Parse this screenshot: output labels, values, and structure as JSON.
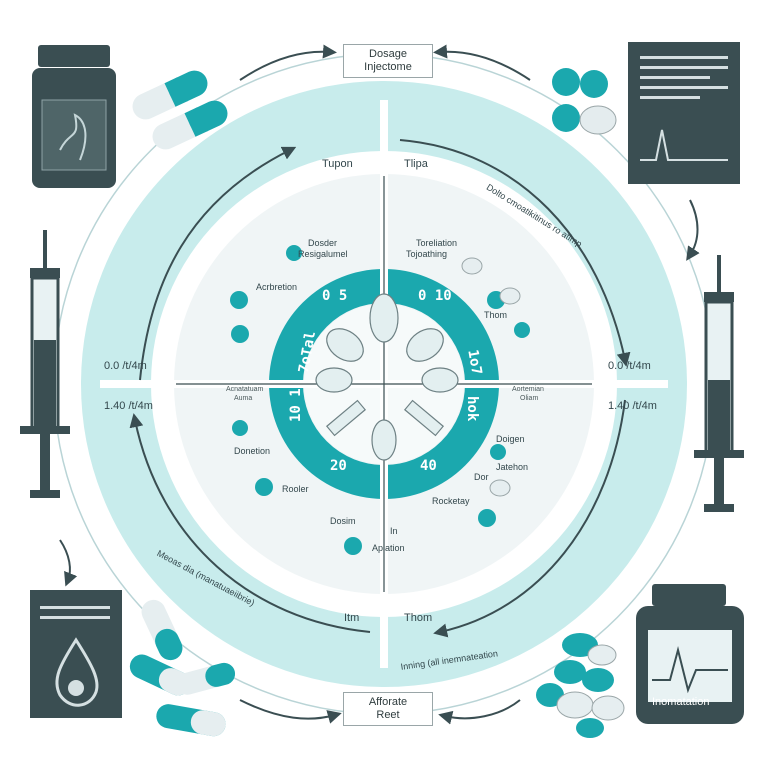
{
  "top_box": {
    "line1": "Dosage",
    "line2": "Injectome"
  },
  "bottom_box": {
    "line1": "Afforate",
    "line2": "Reet"
  },
  "bottle_br_label": "Inomatation",
  "quadrant_labels": {
    "tl_title": "Tupon",
    "tr_title": "Tlipa",
    "tr_curve_text": "Dolto cmoatikitinus ro atimp",
    "left_scale": "0.0 /t/4m",
    "right_scale": "0.0 /t/4m",
    "left_scale_low": "1.40 /t/4m",
    "right_scale_low": "1.40 /t/4m",
    "bl_curve_text": "Meoas dia (manatuaeiibrie)",
    "bl_title": "Itm",
    "br_title": "Thom",
    "br_sub": "Inning (all inemnateation"
  },
  "inner_labels": {
    "top_left": "Dosder",
    "top_left_2": "Resigalumel",
    "top_right": "Toreliation",
    "top_right_2": "Tojoathing",
    "left_upper": "Acrbretion",
    "right_upper": "Thom",
    "left_mid": "Acnatatuam",
    "left_mid_2": "Auma",
    "right_mid": "Aortemian",
    "right_mid_2": "Oliam",
    "left_low": "Donetion",
    "right_low_1": "Doigen",
    "right_low_2": "Jatehon",
    "right_low_3": "Dor",
    "left_low2": "Rooler",
    "right_low_4": "Rocketay",
    "bottom_left": "Dosim",
    "bottom_mid": "In",
    "bottom_mid_2": "Apiation"
  },
  "ring_numbers": {
    "top_left": "0 5",
    "top_right": "0 10",
    "left": "7oTal",
    "left_low": "10 1",
    "right": "1o7",
    "right_low": "hok",
    "bottom_left": "20",
    "bottom_right": "40"
  },
  "colors": {
    "teal": "#1ba8ae",
    "light_teal": "#c5eaea",
    "pale": "#eef5f6",
    "dark": "#3a4e52"
  }
}
